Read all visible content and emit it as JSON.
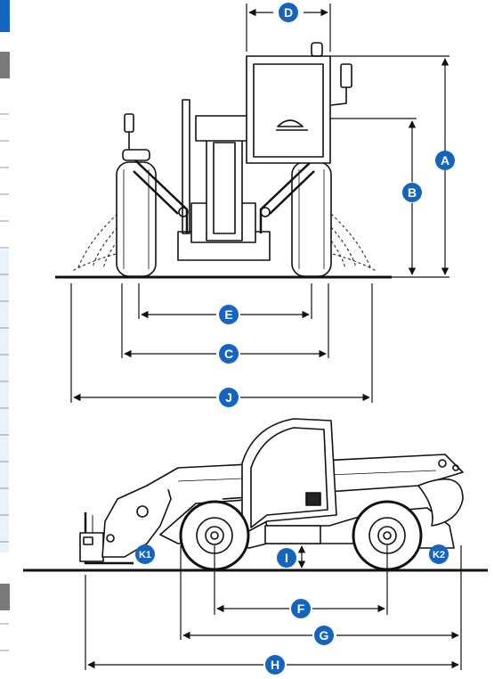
{
  "diagram": {
    "dimension_labels": {
      "A": "A",
      "B": "B",
      "C": "C",
      "D": "D",
      "E": "E",
      "F": "F",
      "G": "G",
      "H": "H",
      "I": "I",
      "J": "J",
      "K1": "K1",
      "K2": "K2"
    },
    "label_color": "#1565c0",
    "label_text_color": "#ffffff",
    "line_color": "#111111",
    "left_tab_colors": [
      "#1565c0",
      "#7a7a7a"
    ]
  }
}
